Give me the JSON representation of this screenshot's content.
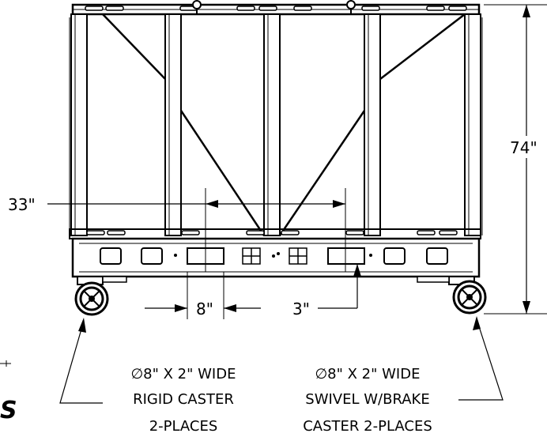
{
  "dimensions": {
    "height": "74\"",
    "rail_span": "33\"",
    "slot_width": "8\"",
    "offset": "3\""
  },
  "notes": {
    "rigid_caster": [
      "∅8\" X 2\" WIDE",
      "RIGID CASTER",
      "2-PLACES"
    ],
    "swivel_caster": [
      "∅8\" X 2\" WIDE",
      "SWIVEL W/BRAKE",
      "CASTER 2-PLACES"
    ]
  },
  "edge_fragment": "S"
}
